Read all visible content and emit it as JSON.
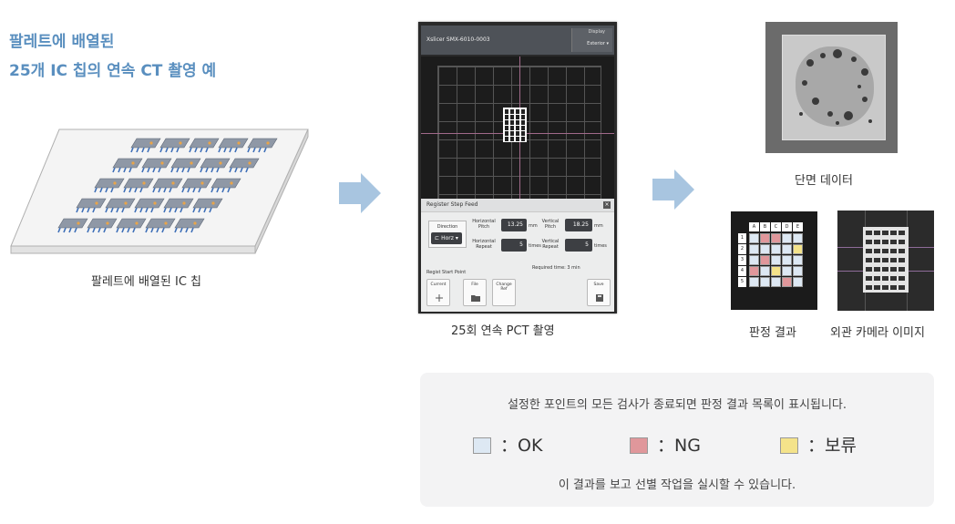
{
  "title": {
    "line1": "팔레트에 배열된",
    "line2": "25개 IC 칩의 연속 CT 촬영 예"
  },
  "captions": {
    "palette": "팔레트에 배열된 IC 칩",
    "software": "25회 연속 PCT 촬영",
    "cross_section": "단면 데이터",
    "judgement": "판정 결과",
    "camera": "외관 카메라 이미지"
  },
  "software": {
    "window_title": "Xslicer SMX-6010-0003",
    "display_label": "Display",
    "display_value": "Exterior",
    "panel_title": "Register Step Feed",
    "close_icon": "×",
    "direction_label": "Direction",
    "direction_value": "Horz",
    "h_pitch_label": "Horizontal Pitch",
    "h_pitch_value": "13.25",
    "h_pitch_unit": "mm",
    "v_pitch_label": "Vertical Pitch",
    "v_pitch_value": "18.25",
    "v_pitch_unit": "mm",
    "h_repeat_label": "Horizontal Repeat",
    "h_repeat_value": "5",
    "h_repeat_unit": "times",
    "v_repeat_label": "Vertical Repeat",
    "v_repeat_value": "5",
    "v_repeat_unit": "times",
    "start_point_label": "Regist Start Point",
    "required_time": "Required time: 3 min",
    "btn_current": "Current",
    "btn_file": "File",
    "btn_change": "Change Ref",
    "btn_save": "Save"
  },
  "judgement": {
    "columns": [
      "A",
      "B",
      "C",
      "D",
      "E"
    ],
    "rows": [
      "1",
      "2",
      "3",
      "4",
      "5"
    ],
    "cells": [
      [
        "ok",
        "ng",
        "ng",
        "ok",
        "ok"
      ],
      [
        "ok",
        "ok",
        "ok",
        "ok",
        "hold"
      ],
      [
        "ok",
        "ng",
        "ok",
        "ok",
        "ok"
      ],
      [
        "ng",
        "ok",
        "hold",
        "ok",
        "ok"
      ],
      [
        "ok",
        "ok",
        "ok",
        "ng",
        "ok"
      ]
    ]
  },
  "legend": {
    "description": "설정한 포인트의 모든 검사가 종료되면 판정 결과 목록이 표시됩니다.",
    "items": [
      {
        "label": "：OK",
        "color": "#dde8f3"
      },
      {
        "label": "：NG",
        "color": "#e0979b"
      },
      {
        "label": "：보류",
        "color": "#f4e38a"
      }
    ],
    "footer": "이 결과를 보고 선별 작업을 실시할 수 있습니다."
  },
  "colors": {
    "title": "#5a8fbf",
    "arrow": "#a8c5e0",
    "ok": "#dde8f3",
    "ng": "#e0979b",
    "hold": "#f4e38a"
  }
}
